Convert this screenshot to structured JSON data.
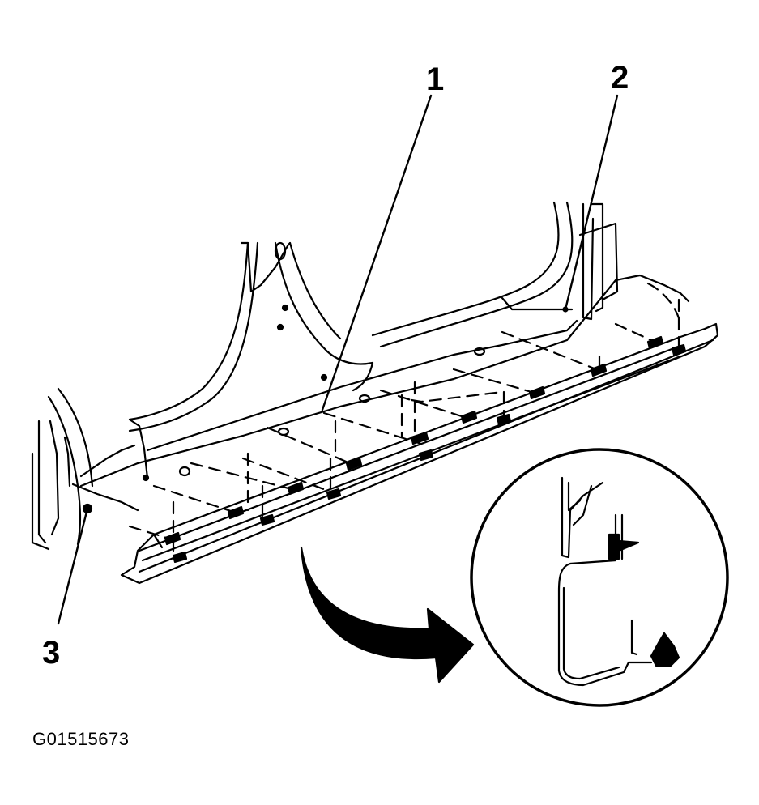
{
  "callouts": [
    {
      "id": "1",
      "label": "1"
    },
    {
      "id": "2",
      "label": "2"
    },
    {
      "id": "3",
      "label": "3"
    }
  ],
  "figure_id": "G01515673",
  "colors": {
    "ink": "#000000",
    "paper": "#ffffff"
  }
}
